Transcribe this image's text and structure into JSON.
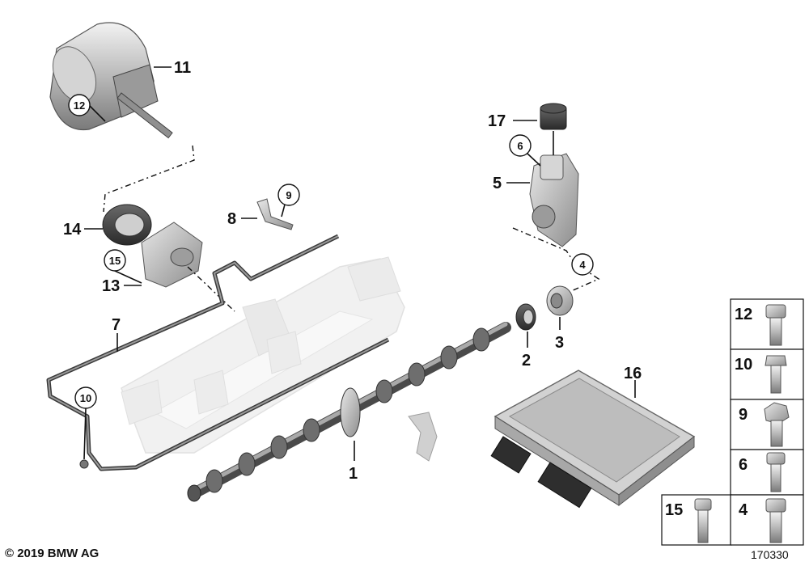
{
  "callouts": {
    "c1": "1",
    "c2": "2",
    "c3": "3",
    "c4": "4",
    "c5": "5",
    "c6": "6",
    "c7": "7",
    "c8": "8",
    "c9": "9",
    "c10": "10",
    "c11": "11",
    "c12": "12",
    "c13": "13",
    "c14": "14",
    "c15": "15",
    "c16": "16",
    "c17": "17"
  },
  "legend": {
    "items": [
      "12",
      "10",
      "9",
      "6",
      "15",
      "4"
    ]
  },
  "footer": {
    "copyright": "© 2019 BMW AG",
    "image_id": "170330"
  }
}
